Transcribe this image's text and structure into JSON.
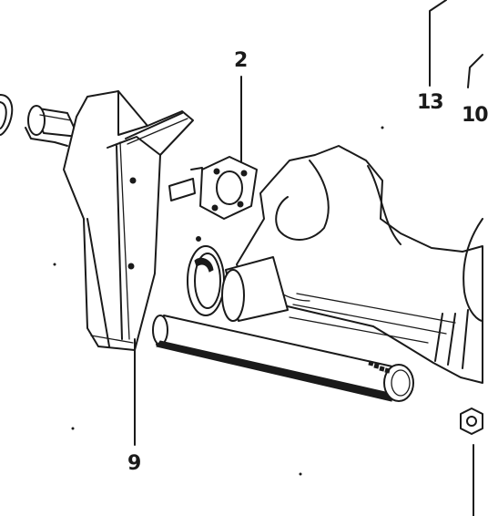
{
  "callouts": [
    {
      "id": "part-2",
      "label": "2"
    },
    {
      "id": "part-13",
      "label": "13"
    },
    {
      "id": "part-10",
      "label": "10"
    },
    {
      "id": "part-9",
      "label": "9"
    }
  ],
  "colors": {
    "ink": "#1a1a1a",
    "paper": "#ffffff"
  }
}
